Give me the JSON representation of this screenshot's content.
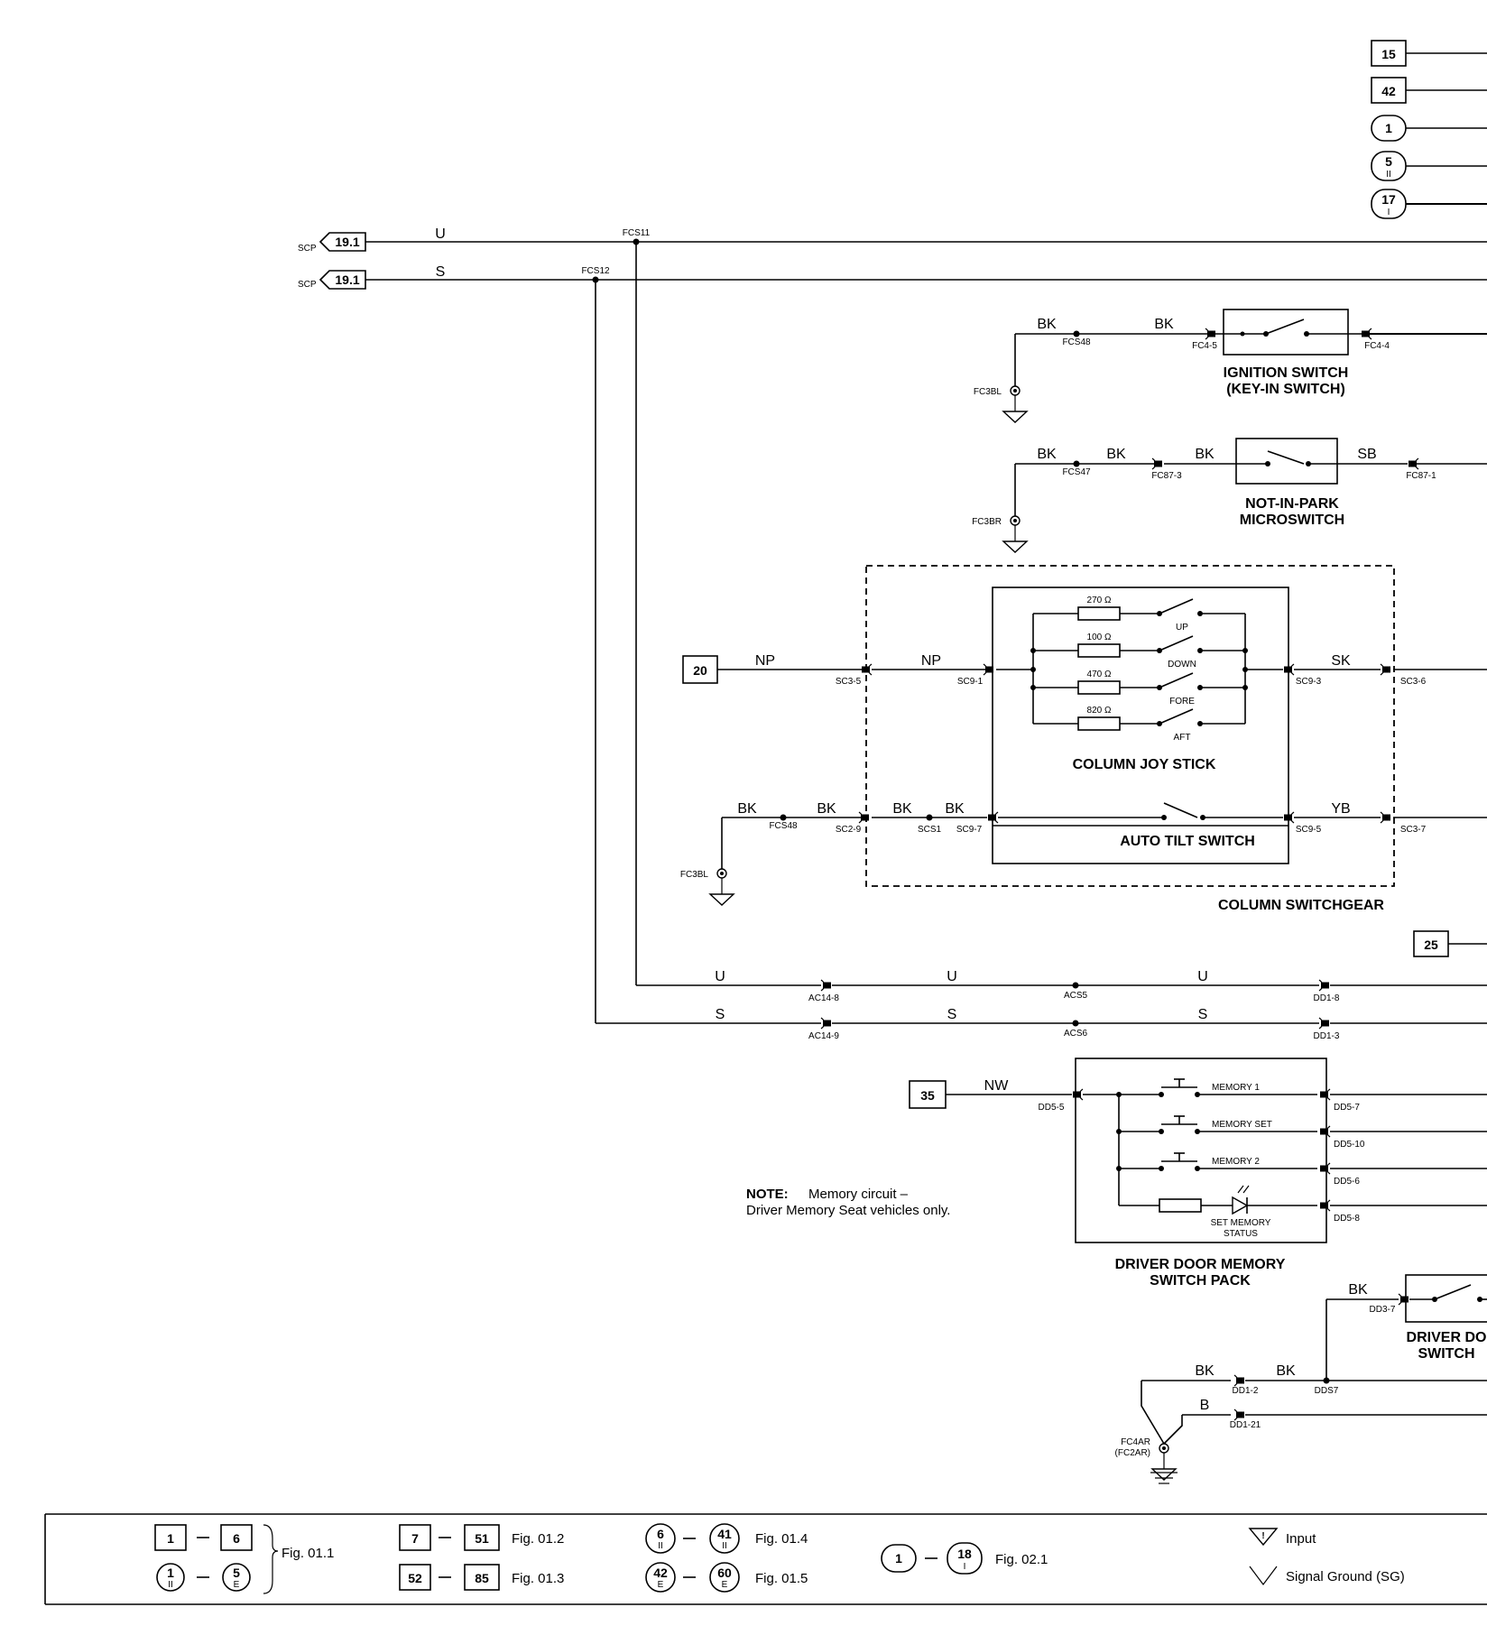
{
  "ref_boxes": {
    "r15": "15",
    "r42": "42",
    "r1": "1",
    "r5": "5",
    "r5_sub": "II",
    "r17": "17",
    "r17_sub": "I",
    "r20": "20",
    "r25": "25",
    "r35": "35"
  },
  "scp": {
    "label": "SCP",
    "ref": "19.1",
    "wire_u": "U",
    "wire_s": "S"
  },
  "splices": {
    "fcs11": "FCS11",
    "fcs12": "FCS12",
    "fcs48": "FCS48",
    "fcs47": "FCS47",
    "scs1": "SCS1",
    "acs5": "ACS5",
    "acs6": "ACS6",
    "dds7": "DDS7"
  },
  "ignition": {
    "wire_bk": "BK",
    "pin_in": "FC4-5",
    "pin_out": "FC4-4",
    "ground": "FC3BL",
    "title_1": "IGNITION SWITCH",
    "title_2": "(KEY-IN SWITCH)"
  },
  "notinpark": {
    "wire_bk": "BK",
    "wire_sb": "SB",
    "pin_in": "FC87-3",
    "pin_out": "FC87-1",
    "ground": "FC3BR",
    "title_1": "NOT-IN-PARK",
    "title_2": "MICROSWITCH"
  },
  "column": {
    "wire_np": "NP",
    "wire_sk": "SK",
    "wire_yb": "YB",
    "wire_bk": "BK",
    "pin_sc3_5": "SC3-5",
    "pin_sc9_1": "SC9-1",
    "pin_sc9_3": "SC9-3",
    "pin_sc3_6": "SC3-6",
    "pin_sc2_9": "SC2-9",
    "pin_sc9_7": "SC9-7",
    "pin_sc9_5": "SC9-5",
    "pin_sc3_7": "SC3-7",
    "ground": "FC3BL",
    "r1": "270 Ω",
    "r2": "100 Ω",
    "r3": "470 Ω",
    "r4": "820 Ω",
    "sw_up": "UP",
    "sw_down": "DOWN",
    "sw_fore": "FORE",
    "sw_aft": "AFT",
    "joystick_title": "COLUMN JOY STICK",
    "autotilt_title": "AUTO TILT SWITCH",
    "switchgear_title": "COLUMN SWITCHGEAR"
  },
  "lower_bus": {
    "wire_u": "U",
    "wire_s": "S",
    "pin_ac14_8": "AC14-8",
    "pin_ac14_9": "AC14-9",
    "pin_dd1_8": "DD1-8",
    "pin_dd1_3": "DD1-3"
  },
  "memory": {
    "wire_nw": "NW",
    "pin_in": "DD5-5",
    "pin_7": "DD5-7",
    "pin_10": "DD5-10",
    "pin_6": "DD5-6",
    "pin_8": "DD5-8",
    "btn1": "MEMORY 1",
    "btn_set": "MEMORY SET",
    "btn2": "MEMORY 2",
    "led_1": "SET MEMORY",
    "led_2": "STATUS",
    "title_1": "DRIVER DOOR MEMORY",
    "title_2": "SWITCH PACK",
    "note_bold": "NOTE:",
    "note_1": "Memory circuit –",
    "note_2": "Driver Memory Seat vehicles only."
  },
  "door_switch": {
    "wire_bk": "BK",
    "wire_b": "B",
    "pin_dd3_7": "DD3-7",
    "pin_dd1_2": "DD1-2",
    "pin_dd1_21": "DD1-21",
    "ground_1": "FC4AR",
    "ground_2": "(FC2AR)",
    "title_1": "DRIVER DO",
    "title_2": "SWITCH"
  },
  "legend": {
    "sq1": "1",
    "sq6": "6",
    "c1": "1",
    "c1_sub": "II",
    "c5": "5",
    "c5_sub": "E",
    "fig_011": "Fig. 01.1",
    "sq7": "7",
    "sq51": "51",
    "fig_012": "Fig. 01.2",
    "sq52": "52",
    "sq85": "85",
    "fig_013": "Fig. 01.3",
    "c6": "6",
    "c6_sub": "II",
    "c41": "41",
    "c41_sub": "II",
    "fig_014": "Fig. 01.4",
    "c42": "42",
    "c42_sub": "E",
    "c60": "60",
    "c60_sub": "E",
    "fig_015": "Fig. 01.5",
    "o1": "1",
    "o18": "18",
    "o18_sub": "I",
    "fig_021": "Fig. 02.1",
    "input_mark": "!",
    "input_label": "Input",
    "sg_label": "Signal Ground (SG)"
  }
}
